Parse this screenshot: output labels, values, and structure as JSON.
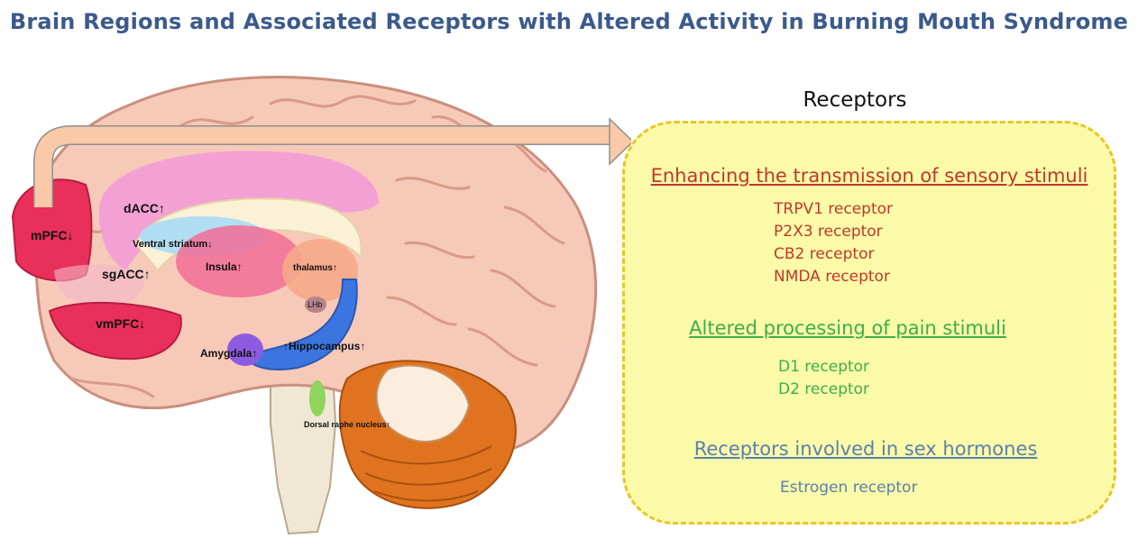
{
  "title": "Brain Regions and Associated Receptors with Altered Activity in Burning Mouth Syndrome",
  "receptors_heading": "Receptors",
  "colors": {
    "title": "#3b5a8c",
    "sensory": "#c0392b",
    "pain": "#3fae49",
    "hormone": "#5b7fae",
    "box_fill": "#fafaa8",
    "box_border": "#e8c52a",
    "arrow": "#f9c9a8"
  },
  "brain_labels": {
    "mpfc": "mPFC↓",
    "dacc": "dACC↑",
    "ventral_striatum": "Ventral striatum↓",
    "insula": "Insula↑",
    "sgacc": "sgACC↑",
    "thalamus": "thalamus↑",
    "lhb": "LHb",
    "vmpfc": "vmPFC↓",
    "amygdala": "Amygdala↑",
    "hippocampus": "↑Hippocampus↑",
    "dorsal_raphe": "Dorsal raphe nucleus↑"
  },
  "categories": [
    {
      "heading": "Enhancing the transmission of sensory stimuli",
      "receptors": [
        "TRPV1 receptor",
        "P2X3 receptor",
        "CB2 receptor",
        "NMDA receptor"
      ]
    },
    {
      "heading": "Altered processing of pain stimuli",
      "receptors": [
        "D1 receptor",
        "D2 receptor"
      ]
    },
    {
      "heading": "Receptors involved in sex hormones",
      "receptors": [
        "Estrogen receptor"
      ]
    }
  ]
}
